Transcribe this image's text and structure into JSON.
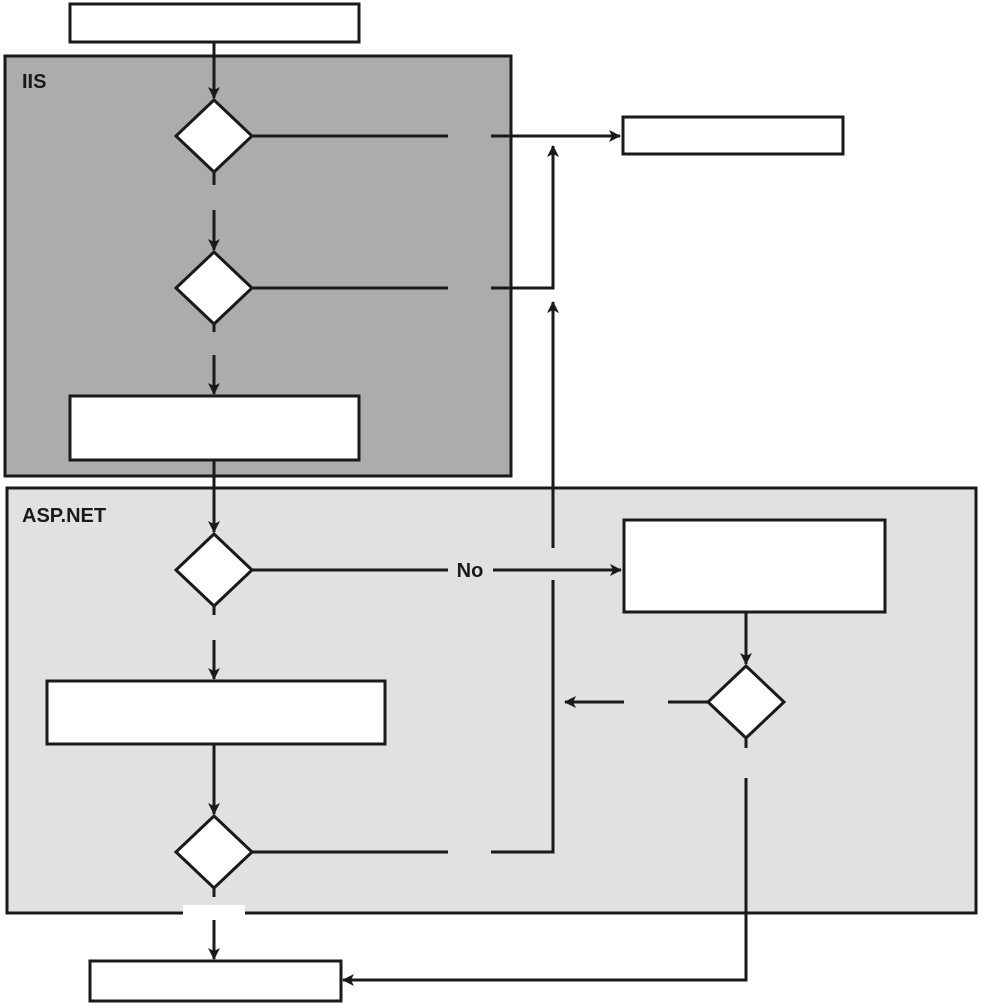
{
  "diagram": {
    "regions": {
      "iis": {
        "label": "IIS",
        "fill": "#acacac"
      },
      "aspnet": {
        "label": "ASP.NET",
        "fill": "#e1e1e1"
      }
    },
    "edge_labels": {
      "no": "No"
    },
    "colors": {
      "stroke": "#1a1a1a",
      "node_fill": "#ffffff",
      "background": "#ffffff"
    }
  }
}
